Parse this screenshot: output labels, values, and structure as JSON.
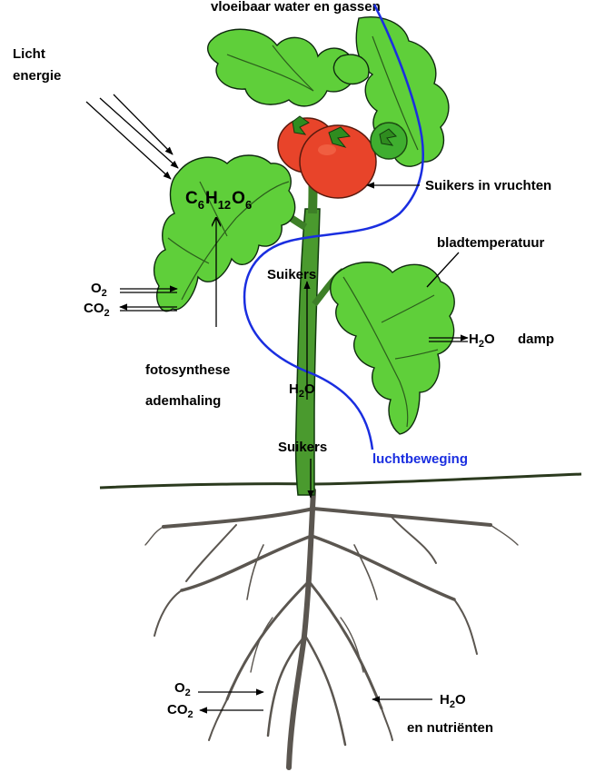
{
  "labels": {
    "top_partial": "vloeibaar water en gassen",
    "licht_line1": "Licht",
    "licht_line2": "energie",
    "formula": {
      "c": "C",
      "c_sub": "6",
      "h": "H",
      "h_sub": "12",
      "o": "O",
      "o_sub": "6"
    },
    "o2": "O",
    "o2_sub": "2",
    "co2": "CO",
    "co2_sub": "2",
    "fotosynthese": "fotosynthese",
    "ademhaling": "ademhaling",
    "suikers_vruchten": "Suikers in vruchten",
    "bladtemperatuur": "bladtemperatuur",
    "suikers_stem_top": "Suikers",
    "h2o_stem": "H",
    "h2o_stem_sub": "2",
    "h2o_stem_o": "O",
    "suikers_stem_bottom": "Suikers",
    "h2o_damp_h": "H",
    "h2o_damp_sub": "2",
    "h2o_damp_o": "O",
    "damp": "damp",
    "luchtbeweging": "luchtbeweging",
    "root_o2": "O",
    "root_o2_sub": "2",
    "root_co2": "CO",
    "root_co2_sub": "2",
    "root_h2o_h": "H",
    "root_h2o_sub": "2",
    "root_h2o_o": "O",
    "nutrienten": "en nutriënten"
  },
  "colors": {
    "leaf": "#5fcf3a",
    "leaf_dark": "#2f8c1f",
    "fruit": "#e8442a",
    "fruit_green": "#3fae2f",
    "stem": "#4a9a2e",
    "root": "#f1ede6",
    "soil": "#2b3a1e",
    "air_flow": "#1a2ee0"
  }
}
